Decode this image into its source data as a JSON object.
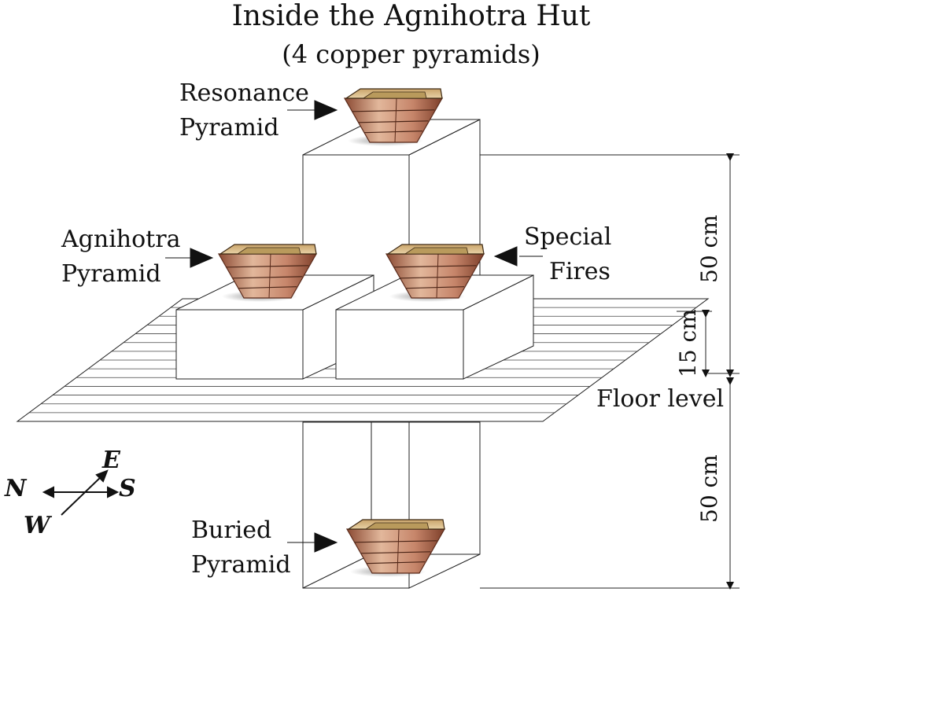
{
  "title": "Inside the Agnihotra Hut",
  "subtitle": "(4 copper pyramids)",
  "labels": {
    "resonance": [
      "Resonance",
      "Pyramid"
    ],
    "agnihotra": [
      "Agnihotra",
      "Pyramid"
    ],
    "special": [
      "Special",
      "Fires"
    ],
    "buried": [
      "Buried",
      "Pyramid"
    ]
  },
  "dimensions": {
    "upper": "50 cm",
    "lower": "50 cm",
    "block": "15 cm",
    "floor": "Floor level"
  },
  "compass": {
    "north": "N",
    "south": "S",
    "east": "E",
    "west": "W"
  },
  "colors": {
    "copper_light": "#e7c6a6",
    "copper_mid": "#c98b6b",
    "copper_dark": "#8b4a33",
    "rim": "#b99a5c",
    "line": "#222222"
  }
}
